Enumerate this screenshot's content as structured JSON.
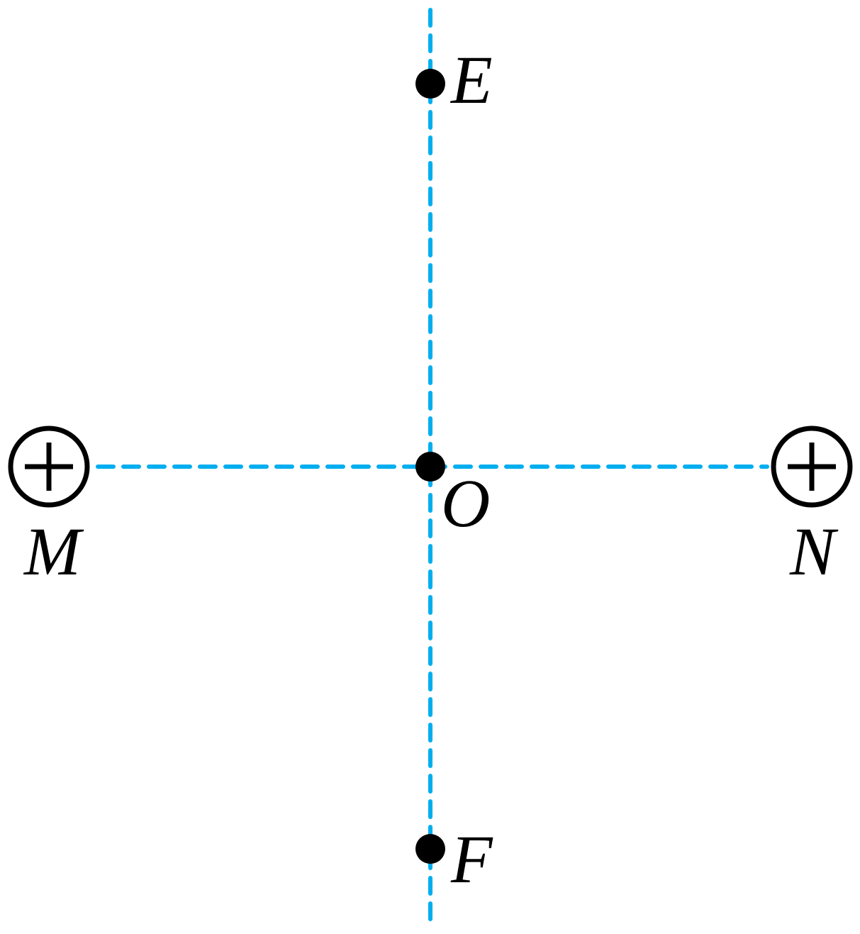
{
  "colors": {
    "axis": "#00aeef",
    "ink": "#000000"
  },
  "charges": [
    {
      "id": "M",
      "label": "M",
      "sign": "positive",
      "icon": "plus-circle-icon"
    },
    {
      "id": "N",
      "label": "N",
      "sign": "positive",
      "icon": "plus-circle-icon"
    }
  ],
  "points": [
    {
      "id": "E",
      "label": "E"
    },
    {
      "id": "O",
      "label": "O"
    },
    {
      "id": "F",
      "label": "F"
    }
  ],
  "lines": [
    {
      "id": "vertical-axis",
      "style": "dashed"
    },
    {
      "id": "horizontal-axis",
      "style": "dashed"
    }
  ]
}
